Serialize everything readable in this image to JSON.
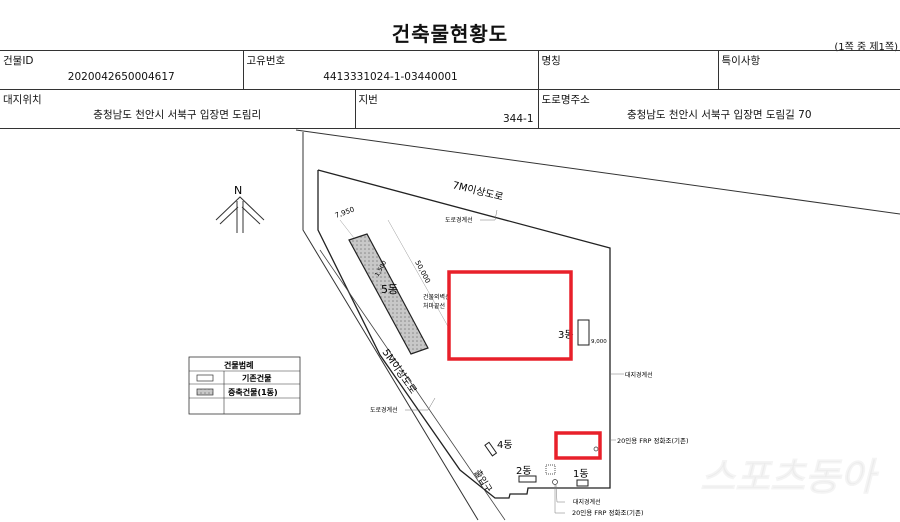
{
  "document": {
    "title": "건축물현황도",
    "page_info": "(1쪽 중 제1쪽)"
  },
  "header": {
    "building_id_label": "건물ID",
    "building_id": "2020042650004617",
    "unique_no_label": "고유번호",
    "unique_no": "4413331024-1-03440001",
    "name_label": "명칭",
    "name": "",
    "remarks_label": "특이사항",
    "remarks": "",
    "site_location_label": "대지위치",
    "site_location": "충청남도 천안시 서북구 입장면 도림리",
    "lot_no_label": "지번",
    "lot_no": "344-1",
    "road_address_label": "도로명주소",
    "road_address": "충청남도 천안시 서북구 입장면 도림길 70"
  },
  "drawing": {
    "north": "N",
    "road_top": "7M이상도로",
    "road_left": "5M이상도로",
    "road_boundary": "도로경계선",
    "site_boundary": "대지경계선",
    "septic_tank": "20인용 FRP 정화조(기존)",
    "wall_line": "건물외벽선",
    "eaves_line": "처마끝선",
    "entrance": "출입구",
    "dim_width": "7,950",
    "dim_length": "50,000",
    "dim_inner": "1,500",
    "dim_right": "9,000",
    "buildings": [
      "5동",
      "3동",
      "4동",
      "2동",
      "1동"
    ],
    "legend": {
      "title": "건물범례",
      "existing": "기존건물",
      "extension": "증축건물(1동)"
    },
    "highlight_color": "#e8202a"
  },
  "watermark": "스포츠동아"
}
